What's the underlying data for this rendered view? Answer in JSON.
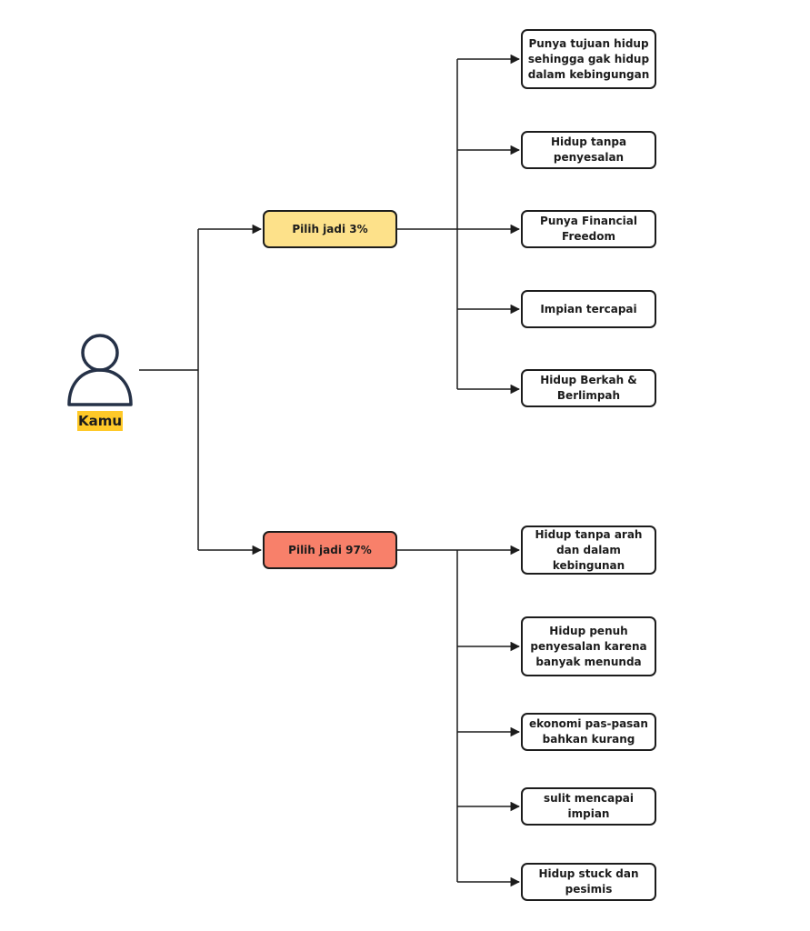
{
  "person": {
    "icon": "person-icon",
    "label": "Kamu",
    "label_bg": "#ffc928"
  },
  "choices": [
    {
      "label": "Pilih jadi 3%",
      "color": "#fde18a",
      "outcomes": [
        "Punya tujuan hidup sehingga gak hidup dalam kebingungan",
        "Hidup tanpa penyesalan",
        "Punya Financial Freedom",
        "Impian tercapai",
        "Hidup Berkah & Berlimpah"
      ]
    },
    {
      "label": "Pilih jadi 97%",
      "color": "#f8806a",
      "outcomes": [
        "Hidup tanpa arah dan dalam kebingunan",
        "Hidup penuh penyesalan karena banyak menunda",
        "ekonomi pas-pasan bahkan kurang",
        "sulit mencapai impian",
        "Hidup stuck dan pesimis"
      ]
    }
  ]
}
